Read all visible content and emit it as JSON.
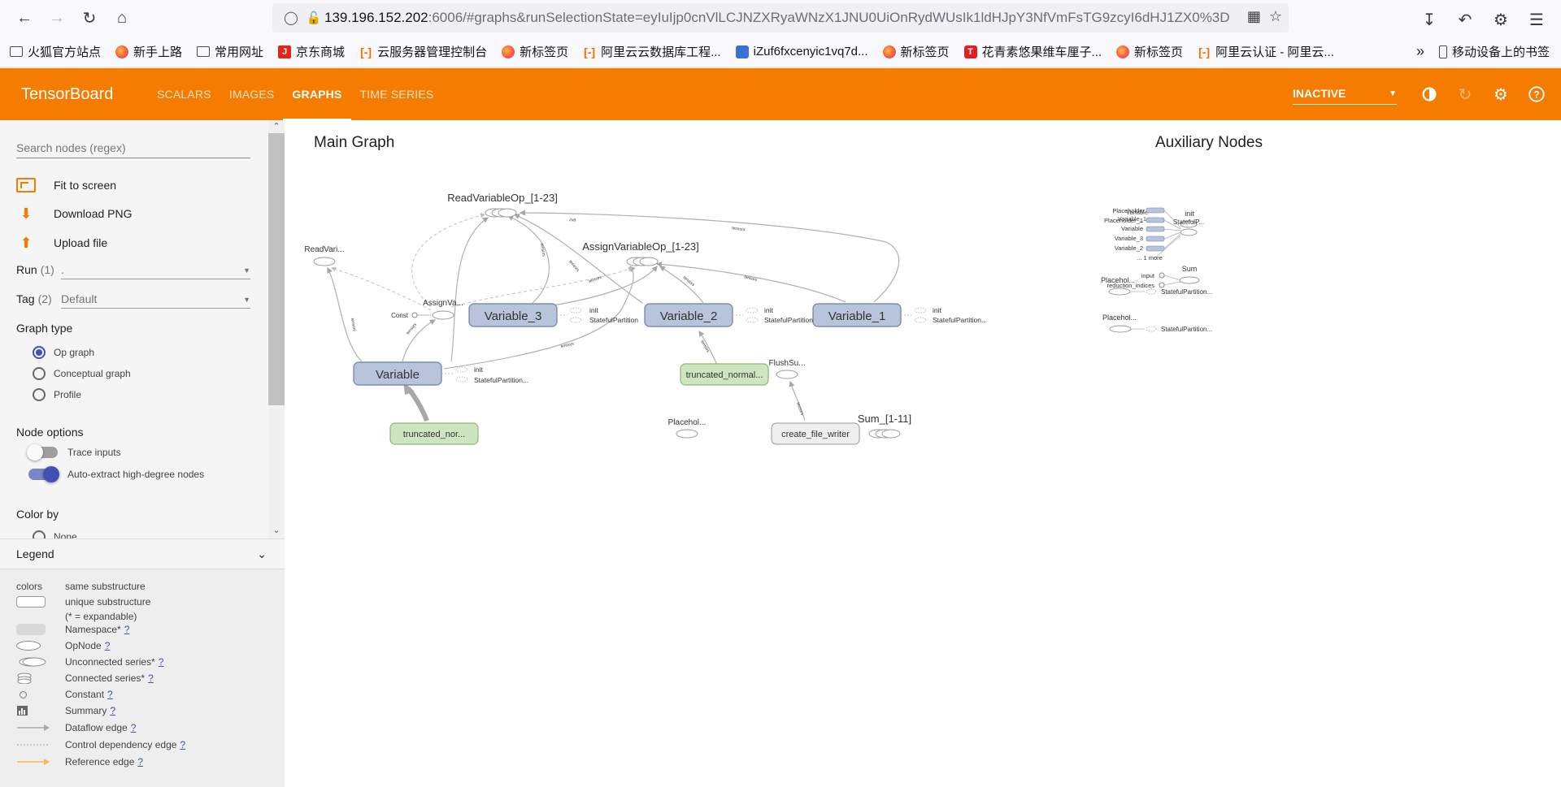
{
  "browser": {
    "url_host": "139.196.152.202",
    "url_rest": ":6006/#graphs&runSelectionState=eyIuIjp0cnVlLCJNZXRyaWNzX1JNU0UiOnRydWUsIk1ldHJpY3NfVmFsTG9zcyI6dHJ1ZX0%3D",
    "bookmarks": [
      {
        "label": "火狐官方站点",
        "icon": "folder-icon"
      },
      {
        "label": "新手上路",
        "icon": "firefox-icon"
      },
      {
        "label": "常用网址",
        "icon": "folder-icon"
      },
      {
        "label": "京东商城",
        "icon": "jd-icon"
      },
      {
        "label": "云服务器管理控制台",
        "icon": "aliyun-icon"
      },
      {
        "label": "新标签页",
        "icon": "firefox-icon"
      },
      {
        "label": "阿里云云数据库工程...",
        "icon": "aliyun-icon"
      },
      {
        "label": "iZuf6fxcenyic1vq7d...",
        "icon": "image-icon"
      },
      {
        "label": "新标签页",
        "icon": "firefox-icon"
      },
      {
        "label": "花青素悠果维车厘子...",
        "icon": "t-icon"
      },
      {
        "label": "新标签页",
        "icon": "firefox-icon"
      },
      {
        "label": "阿里云认证 - 阿里云...",
        "icon": "aliyun-icon"
      }
    ],
    "mobile_bookmarks": "移动设备上的书签"
  },
  "toolbar": {
    "brand": "TensorBoard",
    "tabs": [
      {
        "label": "Scalars",
        "active": false
      },
      {
        "label": "Images",
        "active": false
      },
      {
        "label": "Graphs",
        "active": true
      },
      {
        "label": "Time Series",
        "active": false
      }
    ],
    "status_select": "INACTIVE"
  },
  "sidebar": {
    "search_placeholder": "Search nodes (regex)",
    "actions": {
      "fit": "Fit to screen",
      "download": "Download PNG",
      "upload": "Upload file"
    },
    "run_label": "Run",
    "run_count": "(1)",
    "run_value": ".",
    "tag_label": "Tag",
    "tag_count": "(2)",
    "tag_value": "Default",
    "graph_type_title": "Graph type",
    "graph_types": [
      "Op graph",
      "Conceptual graph",
      "Profile"
    ],
    "node_options_title": "Node options",
    "trace_inputs": "Trace inputs",
    "auto_extract": "Auto-extract high-degree nodes",
    "color_by_title": "Color by",
    "color_by_first": "None"
  },
  "legend": {
    "title": "Legend",
    "colors_label": "colors",
    "colors_desc": "same substructure",
    "items": [
      {
        "label": "unique substructure",
        "help": ""
      },
      {
        "label": "(* = expandable)",
        "help": ""
      },
      {
        "label": "Namespace*",
        "help": "?"
      },
      {
        "label": "OpNode",
        "help": "?"
      },
      {
        "label": "Unconnected series*",
        "help": "?"
      },
      {
        "label": "Connected series*",
        "help": "?"
      },
      {
        "label": "Constant",
        "help": "?"
      },
      {
        "label": "Summary",
        "help": "?"
      },
      {
        "label": "Dataflow edge",
        "help": "?"
      },
      {
        "label": "Control dependency edge",
        "help": "?"
      },
      {
        "label": "Reference edge",
        "help": "?"
      }
    ]
  },
  "graph": {
    "main_title": "Main Graph",
    "aux_title": "Auxiliary Nodes",
    "labels": {
      "read_op_series": "ReadVariableOp_[1-23]",
      "assign_op_series": "AssignVariableOp_[1-23]",
      "read_vari": "ReadVari...",
      "assign_va": "AssignVa...",
      "const": "Const",
      "variable": "Variable",
      "variable_1": "Variable_1",
      "variable_2": "Variable_2",
      "variable_3": "Variable_3",
      "init": "init",
      "stateful_partition": "StatefulPartition...",
      "stateful_partition_short": "StatefulPartition",
      "truncated_normal_a": "truncated_nor...",
      "truncated_normal_b": "truncated_normal...",
      "flush_su": "FlushSu...",
      "placehol": "Placehol...",
      "create_file_writer": "create_file_writer",
      "sum_series": "Sum_[1-11]",
      "edge_tensors": "tensors",
      "edge_shape": "2x8"
    },
    "aux": {
      "stack_labels": [
        "Placeholder",
        "Placeholder_1",
        "Variable",
        "Variable_1",
        "Variable_3",
        "Variable_2"
      ],
      "more": "... 1 more",
      "init": "init",
      "stateful": "StatefulP...",
      "placehol": "Placehol...",
      "input": "input",
      "reduction_indices": "reduction_indices",
      "sum": "Sum",
      "stateful_partition": "StatefulPartition..."
    }
  },
  "colors": {
    "accent": "#f57c00",
    "variable_fill": "#b8c3dc",
    "variable_stroke": "#6f7fa2",
    "green_fill": "#cde6c0",
    "green_stroke": "#8fb57f",
    "selection": "#3f51b5"
  }
}
